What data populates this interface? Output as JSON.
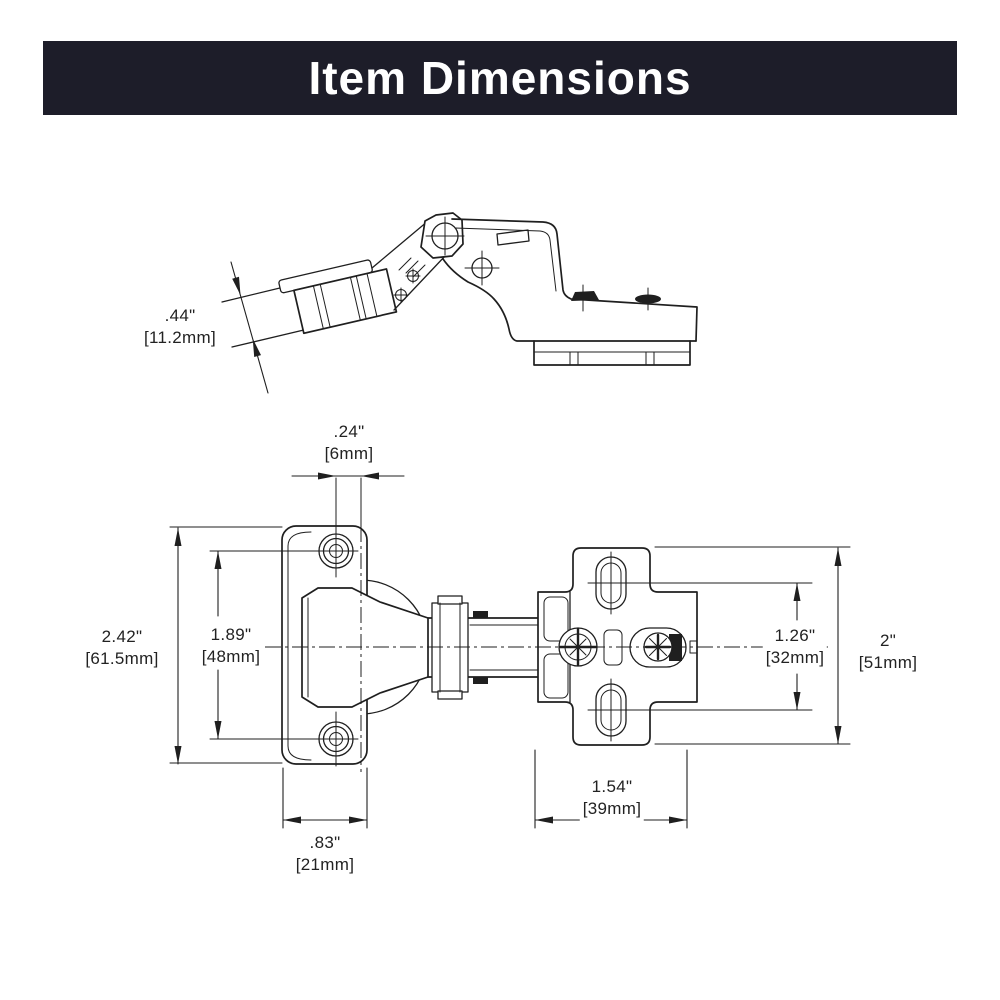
{
  "header": {
    "title": "Item Dimensions"
  },
  "colors": {
    "header_bg": "#1d1d29",
    "header_fg": "#ffffff",
    "line": "#1f1f1f",
    "background": "#ffffff"
  },
  "side_view": {
    "description": "hinge side profile view",
    "dimensions": {
      "cup_depth": {
        "inches": ".44\"",
        "mm": "[11.2mm]"
      }
    }
  },
  "plan_view": {
    "description": "hinge top plan view",
    "dimensions": {
      "hole_inset": {
        "inches": ".24\"",
        "mm": "[6mm]"
      },
      "flange_height": {
        "inches": "2.42\"",
        "mm": "[61.5mm]"
      },
      "screw_spacing": {
        "inches": "1.89\"",
        "mm": "[48mm]"
      },
      "slot_spacing": {
        "inches": "1.26\"",
        "mm": "[32mm]"
      },
      "plate_height": {
        "inches": "2\"",
        "mm": "[51mm]"
      },
      "plate_width": {
        "inches": "1.54\"",
        "mm": "[39mm]"
      },
      "flange_width": {
        "inches": ".83\"",
        "mm": "[21mm]"
      }
    }
  }
}
